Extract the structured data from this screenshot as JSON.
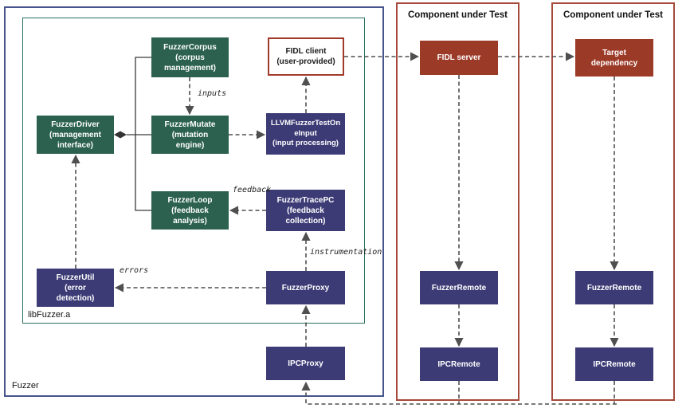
{
  "diagram": {
    "containers": {
      "fuzzer": {
        "label": "Fuzzer"
      },
      "libfuzzer": {
        "label": "libFuzzer.a"
      },
      "component_under_test_1": {
        "label": "Component under Test"
      },
      "component_under_test_2": {
        "label": "Component under Test"
      }
    },
    "nodes": {
      "fuzzer_corpus": {
        "label": "FuzzerCorpus\n(corpus\nmanagement)"
      },
      "fidl_client": {
        "label": "FIDL client\n(user-provided)"
      },
      "fuzzer_driver": {
        "label": "FuzzerDriver\n(management\ninterface)"
      },
      "fuzzer_mutate": {
        "label": "FuzzerMutate\n(mutation\nengine)"
      },
      "llvm_fuzzer_test_one_input": {
        "label": "LLVMFuzzerTestOn\neInput\n(input processing)"
      },
      "fuzzer_loop": {
        "label": "FuzzerLoop\n(feedback\nanalysis)"
      },
      "fuzzer_trace_pc": {
        "label": "FuzzerTracePC\n(feedback\ncollection)"
      },
      "fuzzer_util": {
        "label": "FuzzerUtil\n(error\ndetection)"
      },
      "fuzzer_proxy": {
        "label": "FuzzerProxy"
      },
      "ipc_proxy": {
        "label": "IPCProxy"
      },
      "fidl_server": {
        "label": "FIDL server"
      },
      "fuzzer_remote_1": {
        "label": "FuzzerRemote"
      },
      "ipc_remote_1": {
        "label": "IPCRemote"
      },
      "target_dependency": {
        "label": "Target\ndependency"
      },
      "fuzzer_remote_2": {
        "label": "FuzzerRemote"
      },
      "ipc_remote_2": {
        "label": "IPCRemote"
      }
    },
    "edge_labels": {
      "inputs": "inputs",
      "feedback": "feedback",
      "instrumentation": "instrumentation",
      "errors": "errors"
    },
    "edges": [
      {
        "from": "fuzzer_corpus",
        "to": "fuzzer_mutate",
        "label": "inputs"
      },
      {
        "from": "fuzzer_mutate",
        "to": "llvm_fuzzer_test_one_input",
        "label": ""
      },
      {
        "from": "llvm_fuzzer_test_one_input",
        "to": "fidl_client",
        "label": ""
      },
      {
        "from": "fidl_client",
        "to": "fidl_server",
        "label": ""
      },
      {
        "from": "fidl_server",
        "to": "target_dependency",
        "label": ""
      },
      {
        "from": "fuzzer_trace_pc",
        "to": "fuzzer_loop",
        "label": "feedback"
      },
      {
        "from": "fuzzer_proxy",
        "to": "fuzzer_trace_pc",
        "label": "instrumentation"
      },
      {
        "from": "fuzzer_proxy",
        "to": "fuzzer_util",
        "label": "errors"
      },
      {
        "from": "fuzzer_util",
        "to": "fuzzer_driver",
        "label": ""
      },
      {
        "from": "ipc_proxy",
        "to": "fuzzer_proxy",
        "label": ""
      },
      {
        "from": "fidl_server",
        "to": "fuzzer_remote_1",
        "label": ""
      },
      {
        "from": "fuzzer_remote_1",
        "to": "ipc_remote_1",
        "label": ""
      },
      {
        "from": "target_dependency",
        "to": "fuzzer_remote_2",
        "label": ""
      },
      {
        "from": "fuzzer_remote_2",
        "to": "ipc_remote_2",
        "label": ""
      },
      {
        "from": "ipc_remote_1",
        "to": "ipc_proxy",
        "label": ""
      },
      {
        "from": "ipc_remote_2",
        "to": "ipc_proxy",
        "label": ""
      },
      {
        "from": "fuzzer_corpus",
        "to": "fuzzer_driver",
        "label": "aggregation"
      },
      {
        "from": "fuzzer_mutate",
        "to": "fuzzer_driver",
        "label": "aggregation"
      },
      {
        "from": "fuzzer_loop",
        "to": "fuzzer_driver",
        "label": "aggregation"
      }
    ],
    "colors": {
      "green_node": "#2b614e",
      "navy_node": "#3d3b76",
      "red_node": "#9c3a28",
      "fidl_client_border": "#a03b2a",
      "fuzzer_container_border": "#46558c",
      "libfuzzer_container_border": "#27715f",
      "component_container_border": "#a5493a",
      "arrow": "#4f4f4f"
    }
  }
}
